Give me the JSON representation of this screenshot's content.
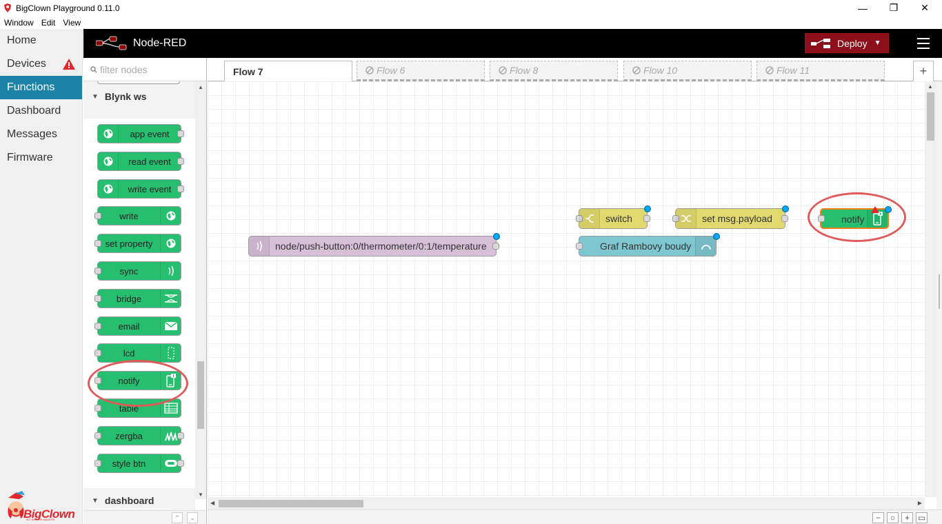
{
  "window": {
    "title": "BigClown Playground 0.11.0",
    "minimize": "—",
    "restore": "❐",
    "close": "✕"
  },
  "menubar": {
    "items": [
      "Window",
      "Edit",
      "View"
    ]
  },
  "app_nav": {
    "items": [
      {
        "label": "Home",
        "active": false
      },
      {
        "label": "Devices",
        "active": false,
        "warning": true
      },
      {
        "label": "Functions",
        "active": true
      },
      {
        "label": "Dashboard",
        "active": false
      },
      {
        "label": "Messages",
        "active": false
      },
      {
        "label": "Firmware",
        "active": false
      }
    ],
    "logo_text": "BigClown",
    "logo_sub": "IOT KIT FOR MAKERS"
  },
  "nodered": {
    "title": "Node-RED",
    "deploy_label": "Deploy"
  },
  "palette": {
    "filter_placeholder": "filter nodes",
    "category": "Blynk ws",
    "category2": "dashboard",
    "nodes": [
      {
        "label": "app event",
        "icon": "globe-icon",
        "side": "left",
        "in": false,
        "out": true
      },
      {
        "label": "read event",
        "icon": "globe-icon",
        "side": "left",
        "in": false,
        "out": true
      },
      {
        "label": "write event",
        "icon": "globe-icon",
        "side": "left",
        "in": false,
        "out": true
      },
      {
        "label": "write",
        "icon": "globe-icon",
        "side": "right",
        "in": true,
        "out": false
      },
      {
        "label": "set property",
        "icon": "globe-icon",
        "side": "right",
        "in": true,
        "out": false
      },
      {
        "label": "sync",
        "icon": "wave-icon",
        "side": "right",
        "in": true,
        "out": false
      },
      {
        "label": "bridge",
        "icon": "bridge-icon",
        "side": "right",
        "in": true,
        "out": false
      },
      {
        "label": "email",
        "icon": "envelope-icon",
        "side": "right",
        "in": true,
        "out": false
      },
      {
        "label": "lcd",
        "icon": "lcd-icon",
        "side": "right",
        "in": true,
        "out": false
      },
      {
        "label": "notify",
        "icon": "phone-notify-icon",
        "side": "right",
        "in": true,
        "out": false
      },
      {
        "label": "table",
        "icon": "table-icon",
        "side": "right",
        "in": true,
        "out": false
      },
      {
        "label": "zergba",
        "icon": "rgb-icon",
        "side": "right",
        "in": true,
        "out": true
      },
      {
        "label": "style btn",
        "icon": "button-icon",
        "side": "right",
        "in": true,
        "out": true
      }
    ]
  },
  "tabs": [
    {
      "label": "Flow 7",
      "active": true,
      "disabled": false
    },
    {
      "label": "Flow 6",
      "active": false,
      "disabled": true
    },
    {
      "label": "Flow 8",
      "active": false,
      "disabled": true
    },
    {
      "label": "Flow 10",
      "active": false,
      "disabled": true
    },
    {
      "label": "Flow 11",
      "active": false,
      "disabled": true
    }
  ],
  "tab_add": "+",
  "flow_nodes": [
    {
      "label": "node/push-button:0/thermometer/0:1/temperature",
      "color": "#d7bfd7",
      "icon": "wave-icon"
    },
    {
      "label": "switch",
      "color": "#e2d96e",
      "icon": "switch-icon"
    },
    {
      "label": "set msg.payload",
      "color": "#e2d96e",
      "icon": "shuffle-icon"
    },
    {
      "label": "Graf Rambovy boudy",
      "color": "#7ec6d0",
      "icon": "gauge-icon"
    },
    {
      "label": "notify",
      "color": "#26be6f",
      "icon": "phone-notify-icon"
    }
  ],
  "zoom": {
    "out": "−",
    "reset": "○",
    "in": "+",
    "map": "▭"
  },
  "colors": {
    "accent": "#1b83a8",
    "deploy": "#8c101c",
    "blynk_green": "#26be6f",
    "highlight": "#e05a5a"
  }
}
